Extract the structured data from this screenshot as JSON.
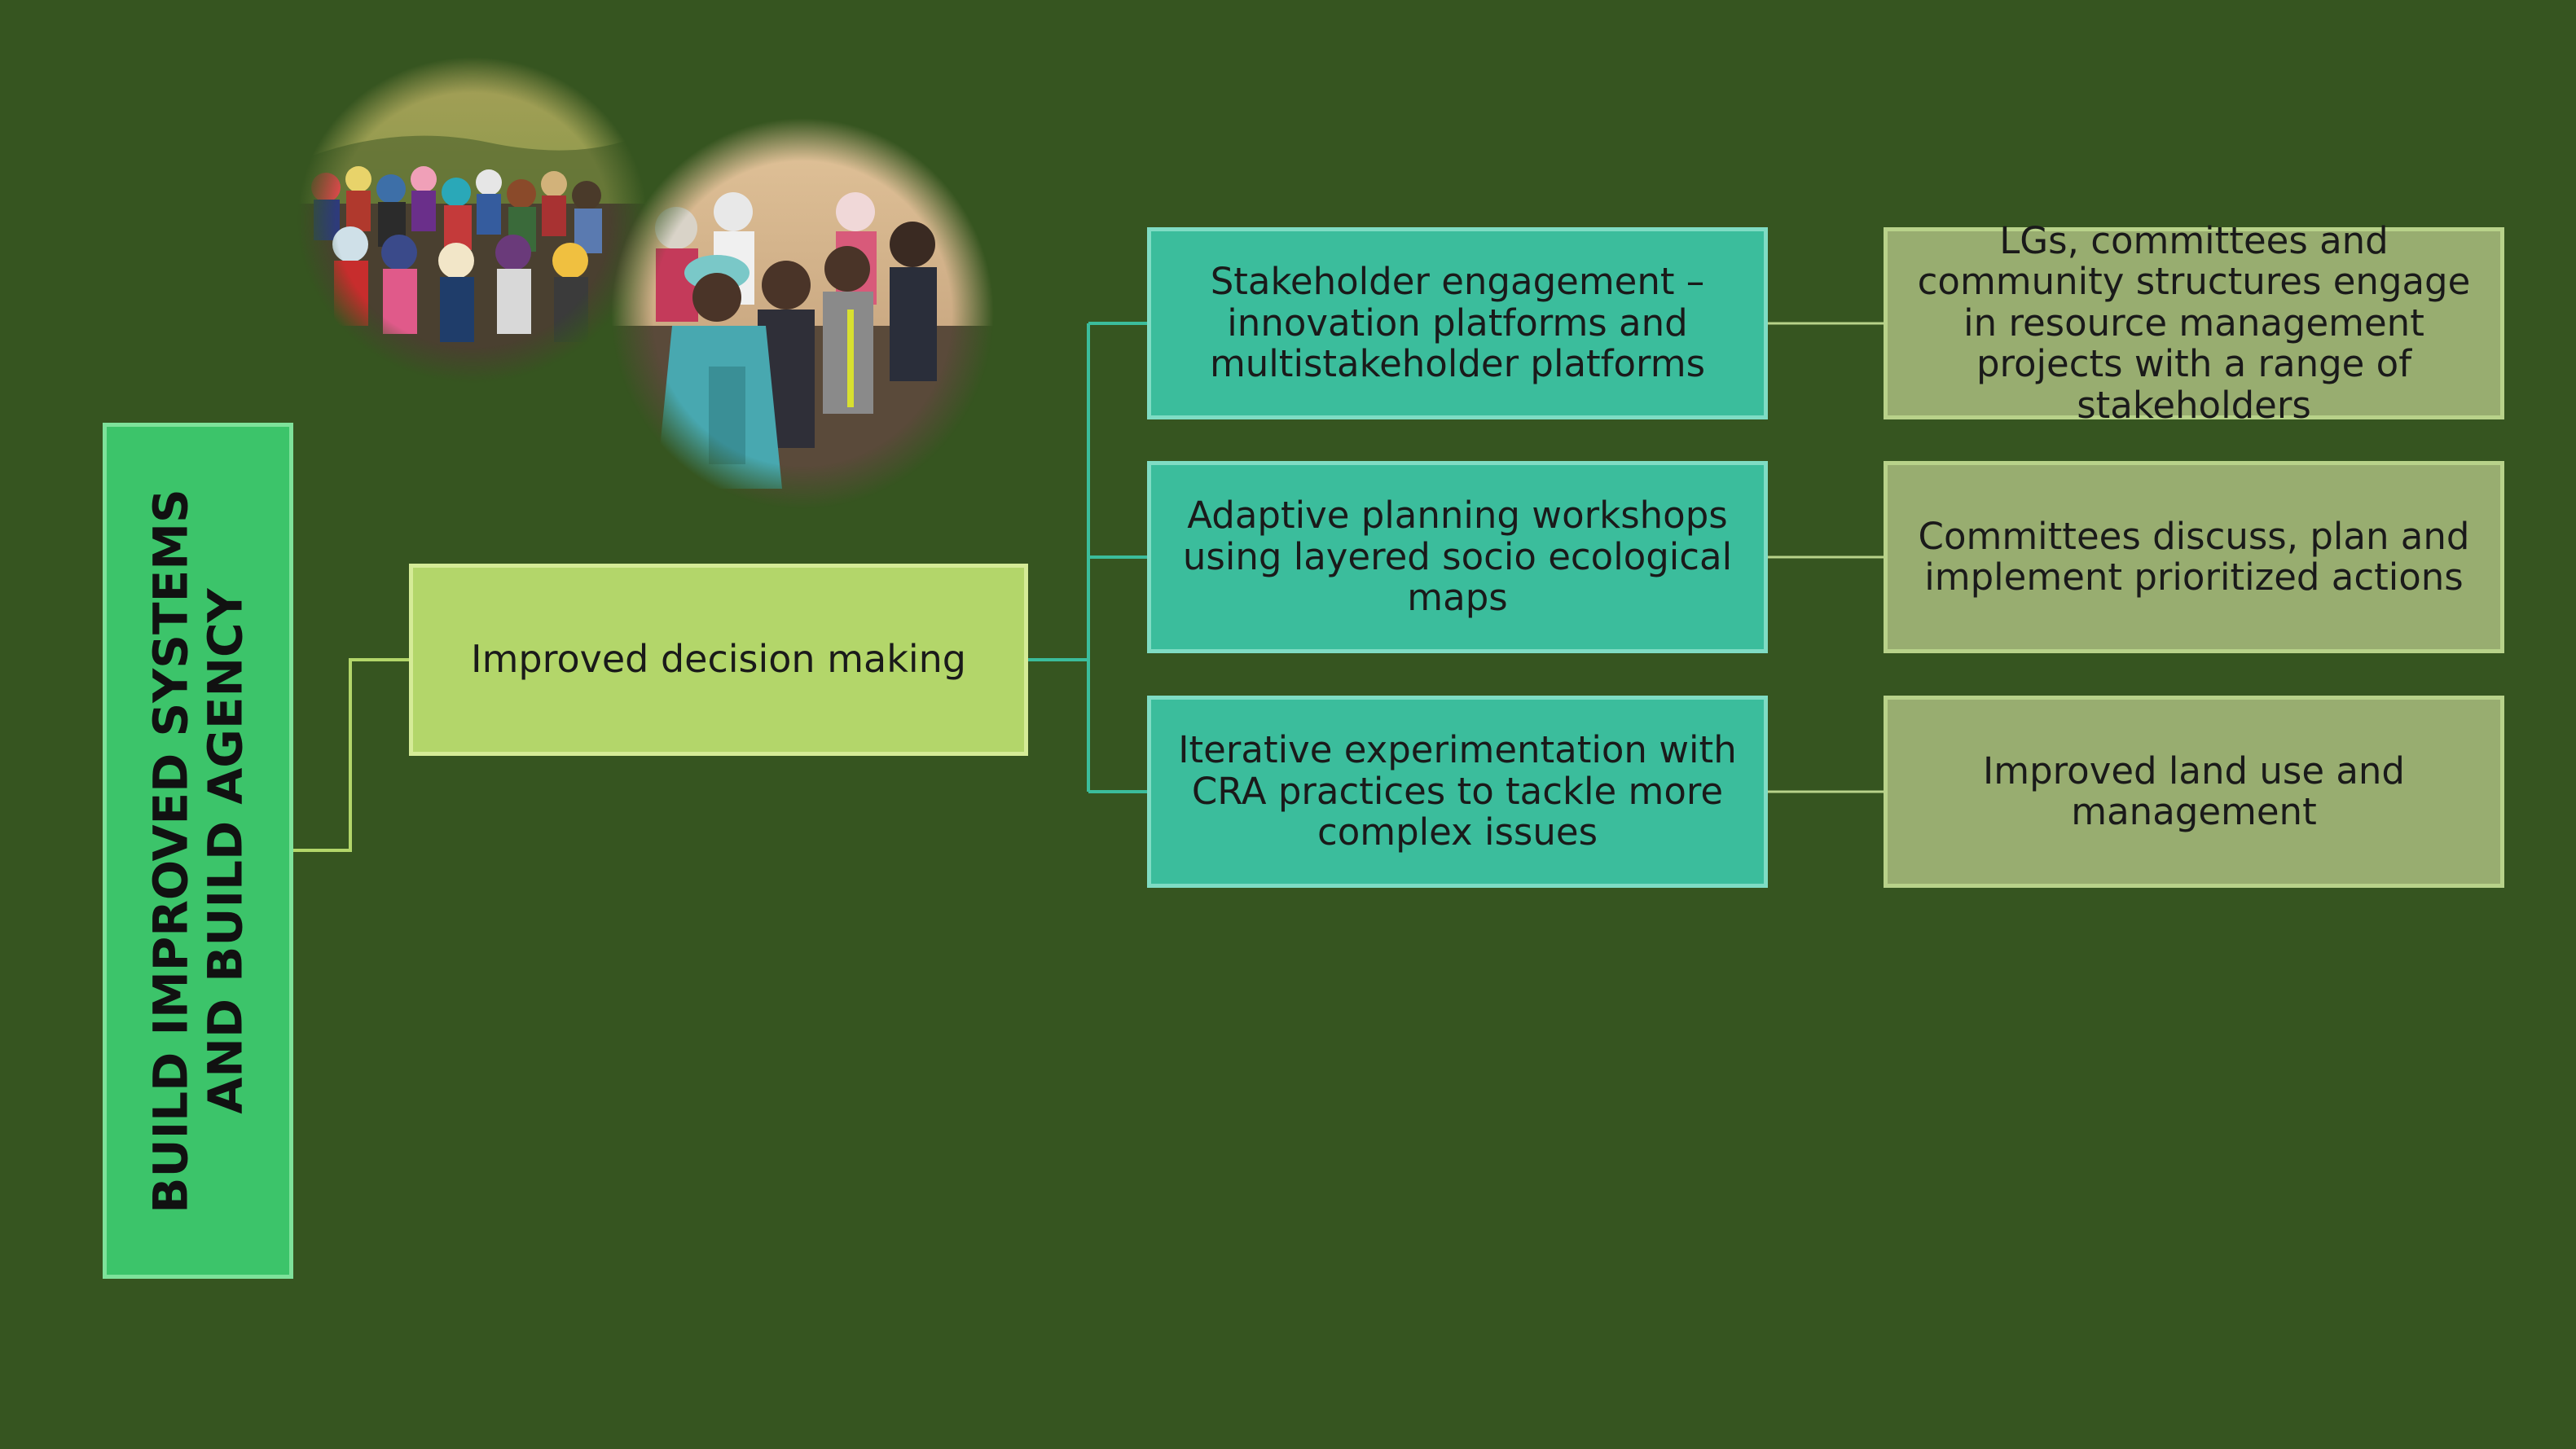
{
  "root": {
    "label": "BUILD IMPROVED SYSTEMS AND BUILD AGENCY"
  },
  "middle": {
    "label": "Improved decision making"
  },
  "activities": [
    {
      "label": "Stakeholder engagement – innovation platforms and multistakeholder platforms"
    },
    {
      "label": "Adaptive planning workshops using layered socio ecological maps"
    },
    {
      "label": "Iterative experimentation with CRA practices to tackle more complex issues"
    }
  ],
  "outcomes": [
    {
      "label": "LGs, committees and community structures engage in resource management projects with a range of stakeholders"
    },
    {
      "label": "Committees discuss, plan and implement prioritized actions"
    },
    {
      "label": "Improved land use and management"
    }
  ],
  "colors": {
    "background": "#365520",
    "root_fill": "#3cc46a",
    "middle_fill": "#b3d66a",
    "activity_fill": "#3bbd9c",
    "outcome_fill": "#98ad70",
    "connector_root": "#b3d66a",
    "connector_activity": "#3bbd9c",
    "connector_outcome": "#b8d28a"
  },
  "images": {
    "photo_left": "community-meeting-outdoors-photo",
    "photo_right": "community-meeting-indoors-photo"
  }
}
